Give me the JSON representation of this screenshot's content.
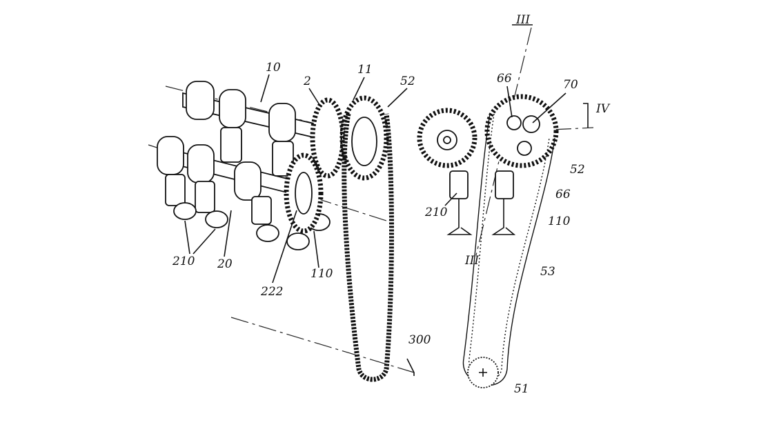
{
  "figure": {
    "reference_labels": {
      "left": [
        "10",
        "2",
        "11",
        "52",
        "210",
        "20",
        "222",
        "110",
        "300"
      ],
      "right": [
        "66",
        "70",
        "52",
        "66",
        "110",
        "210",
        "53",
        "51"
      ],
      "section_marks": [
        "III",
        "IV",
        "III"
      ]
    }
  }
}
